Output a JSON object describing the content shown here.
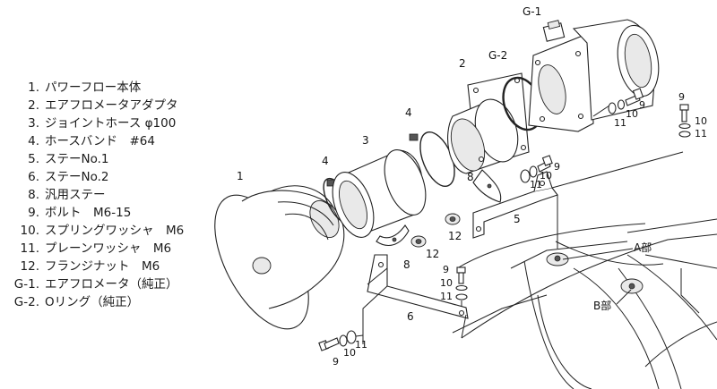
{
  "legend": [
    {
      "num": "1.",
      "text": "パワーフロー本体"
    },
    {
      "num": "2.",
      "text": "エアフロメータアダプタ"
    },
    {
      "num": "3.",
      "text": "ジョイントホース φ100"
    },
    {
      "num": "4.",
      "text": "ホースバンド　#64"
    },
    {
      "num": "5.",
      "text": "ステーNo.1"
    },
    {
      "num": "6.",
      "text": "ステーNo.2"
    },
    {
      "num": "8.",
      "text": "汎用ステー"
    },
    {
      "num": "9.",
      "text": "ボルト　M6-15"
    },
    {
      "num": "10.",
      "text": "スプリングワッシャ　M6"
    },
    {
      "num": "11.",
      "text": "プレーンワッシャ　M6"
    },
    {
      "num": "12.",
      "text": "フランジナット　M6"
    },
    {
      "num": "G-1.",
      "text": "エアフロメータ（純正）"
    },
    {
      "num": "G-2.",
      "text": "Oリング（純正）"
    }
  ],
  "callouts": {
    "g1": "G-1",
    "g2": "G-2",
    "n1": "1",
    "n2": "2",
    "n3": "3",
    "n4a": "4",
    "n4b": "4",
    "n5": "5",
    "n6": "6",
    "n8a": "8",
    "n8b": "8",
    "n12a": "12",
    "n12b": "12",
    "set_top_right": [
      "9",
      "10",
      "11"
    ],
    "set_far_right": [
      "9",
      "10",
      "11"
    ],
    "set_stay5": [
      "9",
      "10",
      "11"
    ],
    "set_center": [
      "9",
      "10",
      "11"
    ],
    "set_bottom": [
      "9",
      "10",
      "11"
    ],
    "a_bu": "A部",
    "b_bu": "B部"
  }
}
